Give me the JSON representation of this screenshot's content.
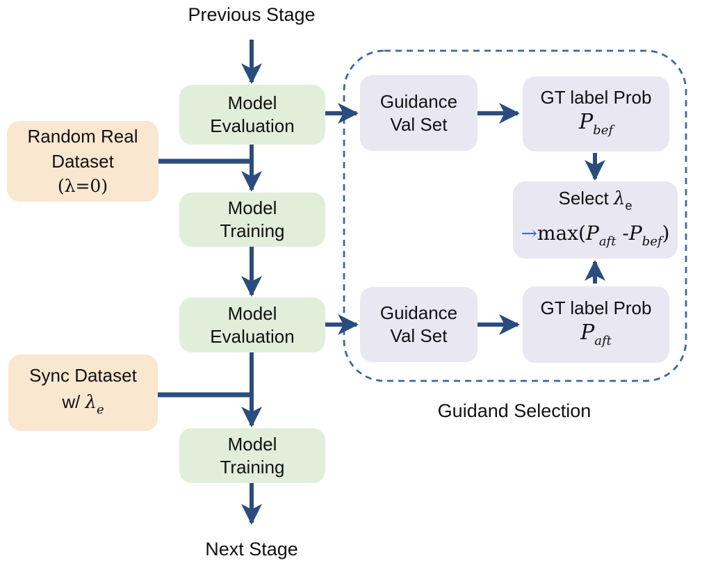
{
  "colors": {
    "arrow": "#2b4c7e",
    "dashed_border": "#3a68a0",
    "green_fill": "#e1eeda",
    "orange_fill": "#fae7d0",
    "purple_fill": "#e9e7f2",
    "inline_arrow": "#4a70ac"
  },
  "flow": {
    "previous_stage": "Previous Stage",
    "model_evaluation_1": {
      "line1": "Model",
      "line2": "Evaluation"
    },
    "random_real_dataset": {
      "line1": "Random Real",
      "line2": "Dataset",
      "line3": "(λ=0)"
    },
    "model_training_1": {
      "line1": "Model",
      "line2": "Training"
    },
    "model_evaluation_2": {
      "line1": "Model",
      "line2": "Evaluation"
    },
    "sync_dataset": {
      "line1": "Sync Dataset",
      "line2_prefix": "w/ ",
      "line2_symbol": "λ",
      "line2_sub": "e"
    },
    "model_training_2": {
      "line1": "Model",
      "line2": "Training"
    },
    "next_stage": "Next Stage"
  },
  "guidance_panel": {
    "caption": "Guidand Selection",
    "guidance_val_set_top": {
      "line1": "Guidance",
      "line2": "Val Set"
    },
    "gt_label_prob_bef": {
      "line1": "GT label Prob",
      "symbol": "P",
      "sub": "bef"
    },
    "guidance_val_set_bottom": {
      "line1": "Guidance",
      "line2": "Val Set"
    },
    "gt_label_prob_aft": {
      "line1": "GT label Prob",
      "symbol": "P",
      "sub": "aft"
    },
    "select_lambda": {
      "line1_text": "Select ",
      "line1_symbol": "λ",
      "line1_sub": "e",
      "line2_arrow": "→",
      "line2_max": "max(",
      "line2_p1": "P",
      "line2_p1_sub": "aft",
      "line2_minus": " -",
      "line2_p2": "P",
      "line2_p2_sub": "bef",
      "line2_close": ")"
    }
  }
}
